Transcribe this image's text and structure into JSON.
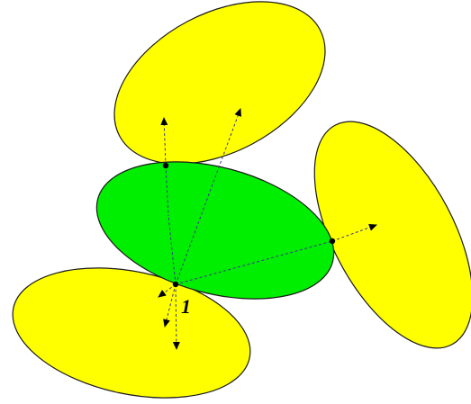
{
  "colors": {
    "outer_ellipses": "#ffff00",
    "center_ellipse": "#00ee00",
    "outline": "#1a1a1a",
    "arrow": "#3a3a8a"
  },
  "ellipses": [
    {
      "name": "ellipse-top",
      "color": "yellow"
    },
    {
      "name": "ellipse-right",
      "color": "yellow"
    },
    {
      "name": "ellipse-bottom-left",
      "color": "yellow"
    },
    {
      "name": "ellipse-center",
      "color": "green"
    }
  ],
  "contact_points": [
    "top",
    "right",
    "bottom-left"
  ],
  "label": "1"
}
